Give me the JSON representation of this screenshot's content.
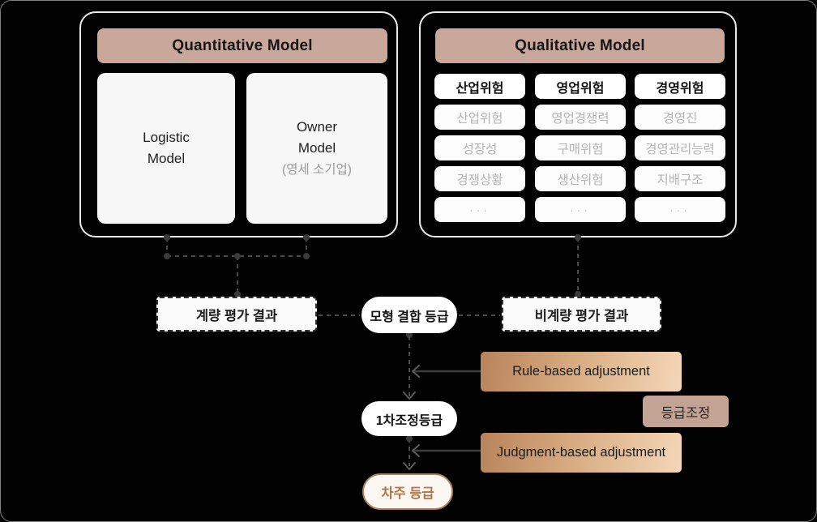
{
  "quantitative": {
    "title": "Quantitative Model",
    "boxes": [
      {
        "line1": "Logistic",
        "line2": "Model",
        "subtitle": ""
      },
      {
        "line1": "Owner",
        "line2": "Model",
        "subtitle": "(영세 소기업)"
      }
    ]
  },
  "qualitative": {
    "title": "Qualitative Model",
    "columns": [
      {
        "header": "산업위험",
        "items": [
          "산업위험",
          "성장성",
          "경쟁상황",
          "···"
        ]
      },
      {
        "header": "영업위험",
        "items": [
          "영업경쟁력",
          "구매위험",
          "생산위험",
          "···"
        ]
      },
      {
        "header": "경영위험",
        "items": [
          "경영진",
          "경영관리능력",
          "지배구조",
          "···"
        ]
      }
    ]
  },
  "flow": {
    "quant_result": "계량 평가 결과",
    "combined_grade": "모형 결합 등급",
    "qual_result": "비계량 평가 결과",
    "rule_adjustment": "Rule-based adjustment",
    "grade_adjustment": "등급조정",
    "first_adjusted_grade": "1차조정등급",
    "judgment_adjustment": "Judgment-based adjustment",
    "borrower_grade": "차주 등급"
  },
  "colors": {
    "background": "#020202",
    "panel_border": "#e9e9e9",
    "header_bar": "#c9a89b",
    "box_fill": "#f7f7f7",
    "muted_text": "#b4b4b4",
    "gradient_start": "#b8835a",
    "gradient_end": "#f4d7b8",
    "adjust_tag": "#c3a394",
    "borrower_accent": "#ad7f5d",
    "connector": "#4a4a4a"
  }
}
